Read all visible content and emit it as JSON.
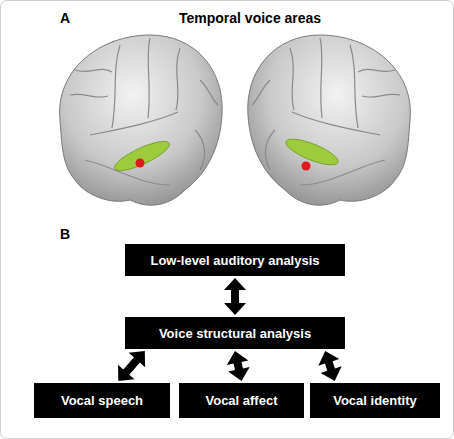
{
  "diagram": {
    "nodes": [
      {
        "text": [
          "Low-level auditory analysis"
        ]
      },
      {
        "text": [
          "Voice structural analysis"
        ]
      },
      {
        "text": [
          "Vocal speech"
        ]
      },
      {
        "text": [
          "Vocal affect"
        ]
      },
      {
        "text": [
          "Vocal identity"
        ]
      }
    ],
    "edges": [
      {
        "from": 0,
        "to": 1,
        "arrow": "both"
      },
      {
        "from": 1,
        "to": 2,
        "arrow": "both"
      },
      {
        "from": 1,
        "to": 3,
        "arrow": "both"
      },
      {
        "from": 1,
        "to": 4,
        "arrow": "both"
      }
    ],
    "labels": [
      "A",
      "Temporal voice areas",
      "B"
    ]
  }
}
